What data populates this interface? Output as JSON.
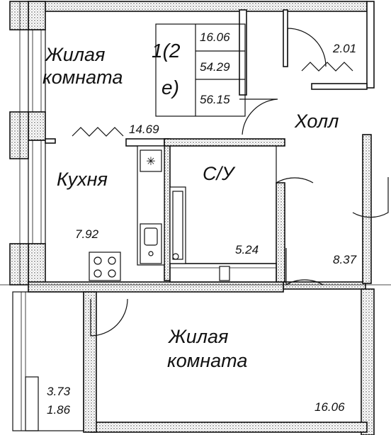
{
  "plan": {
    "apartment_info": {
      "rooms_label": "1(2е)",
      "rooms_parts": [
        "1(2",
        "е)"
      ],
      "areas": [
        "16.06",
        "54.29",
        "56.15"
      ]
    },
    "rooms": {
      "living_top": {
        "name_lines": [
          "Жилая",
          "комната"
        ],
        "area": "14.69"
      },
      "kitchen": {
        "name": "Кухня",
        "area": "7.92"
      },
      "bathroom": {
        "name": "С/У",
        "area": "5.24"
      },
      "hall": {
        "name": "Холл",
        "area": "8.37"
      },
      "storage": {
        "area": "2.01"
      },
      "living_bottom": {
        "name_lines": [
          "Жилая",
          "комната"
        ],
        "area": "16.06"
      },
      "balcony": {
        "areas": [
          "3.73",
          "1.86"
        ]
      }
    },
    "colors": {
      "line": "#111111",
      "background": "#ffffff"
    }
  }
}
